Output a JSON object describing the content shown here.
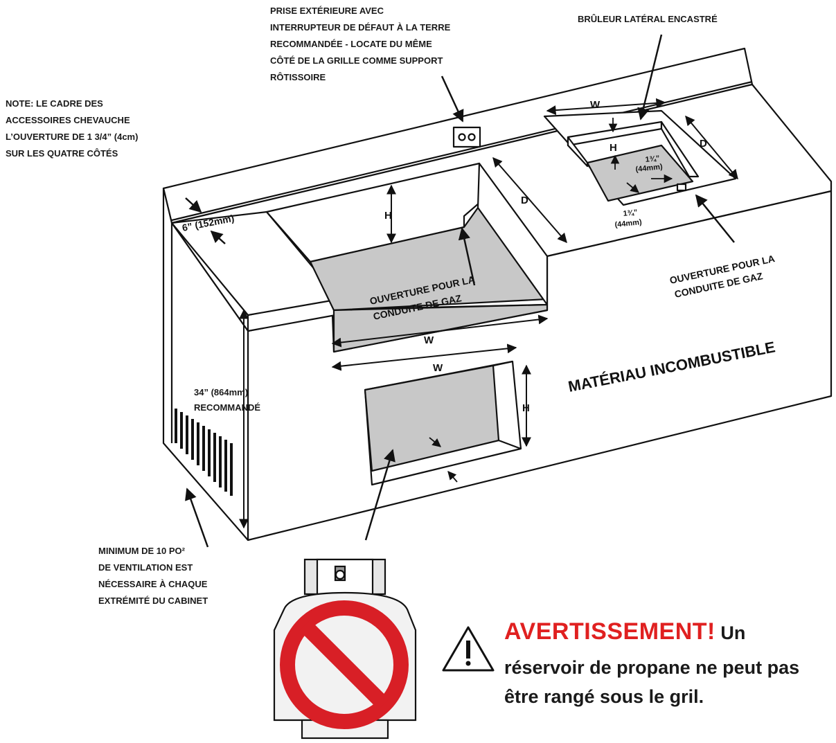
{
  "labels": {
    "prise": [
      "PRISE EXTÉRIEURE AVEC",
      "INTERRUPTEUR DE DÉFAUT À LA TERRE",
      "RECOMMANDÉE - LOCATE DU MÊME",
      "CÔTÉ DE LA GRILLE COMME SUPPORT",
      "RÔTISSOIRE"
    ],
    "bruleur": "BRÛLEUR LATÉRAL ENCASTRÉ",
    "note": [
      "NOTE: LE CADRE DES",
      "ACCESSOIRES CHEVAUCHE",
      "L’OUVERTURE DE 1 3/4”  (4cm)",
      "SUR LES QUATRE CÔTÉS"
    ],
    "ventilation": [
      "MINIMUM DE 10 PO²",
      "DE VENTILATION EST",
      "NÉCESSAIRE À CHAQUE",
      "EXTRÉMITÉ DU CABINET"
    ],
    "height": [
      "34” (864mm)",
      "RECOMMANDÉ"
    ],
    "ouverture_main": [
      "OUVERTURE POUR LA",
      "CONDUITE DE GAZ"
    ],
    "ouverture_side": [
      "OUVERTURE POUR LA",
      "CONDUITE DE GAZ"
    ],
    "materiau": "MATÉRIAU INCOMBUSTIBLE",
    "back_height": "6” (152mm)",
    "overlap_top": [
      "1¾”",
      "(44mm)"
    ],
    "overlap_bottom": [
      "1¾”",
      "(44mm)"
    ]
  },
  "dims": {
    "w": "W",
    "h": "H",
    "d": "D"
  },
  "warning": {
    "title": "AVERTISSEMENT!",
    "line1_tail": "Un",
    "line2": "réservoir de propane ne peut pas",
    "line3": "être rangé sous le gril."
  },
  "colors": {
    "warning_red": "#e02020",
    "cutout_gray": "#c8c8c8",
    "prohibition_red": "#d81f26"
  }
}
